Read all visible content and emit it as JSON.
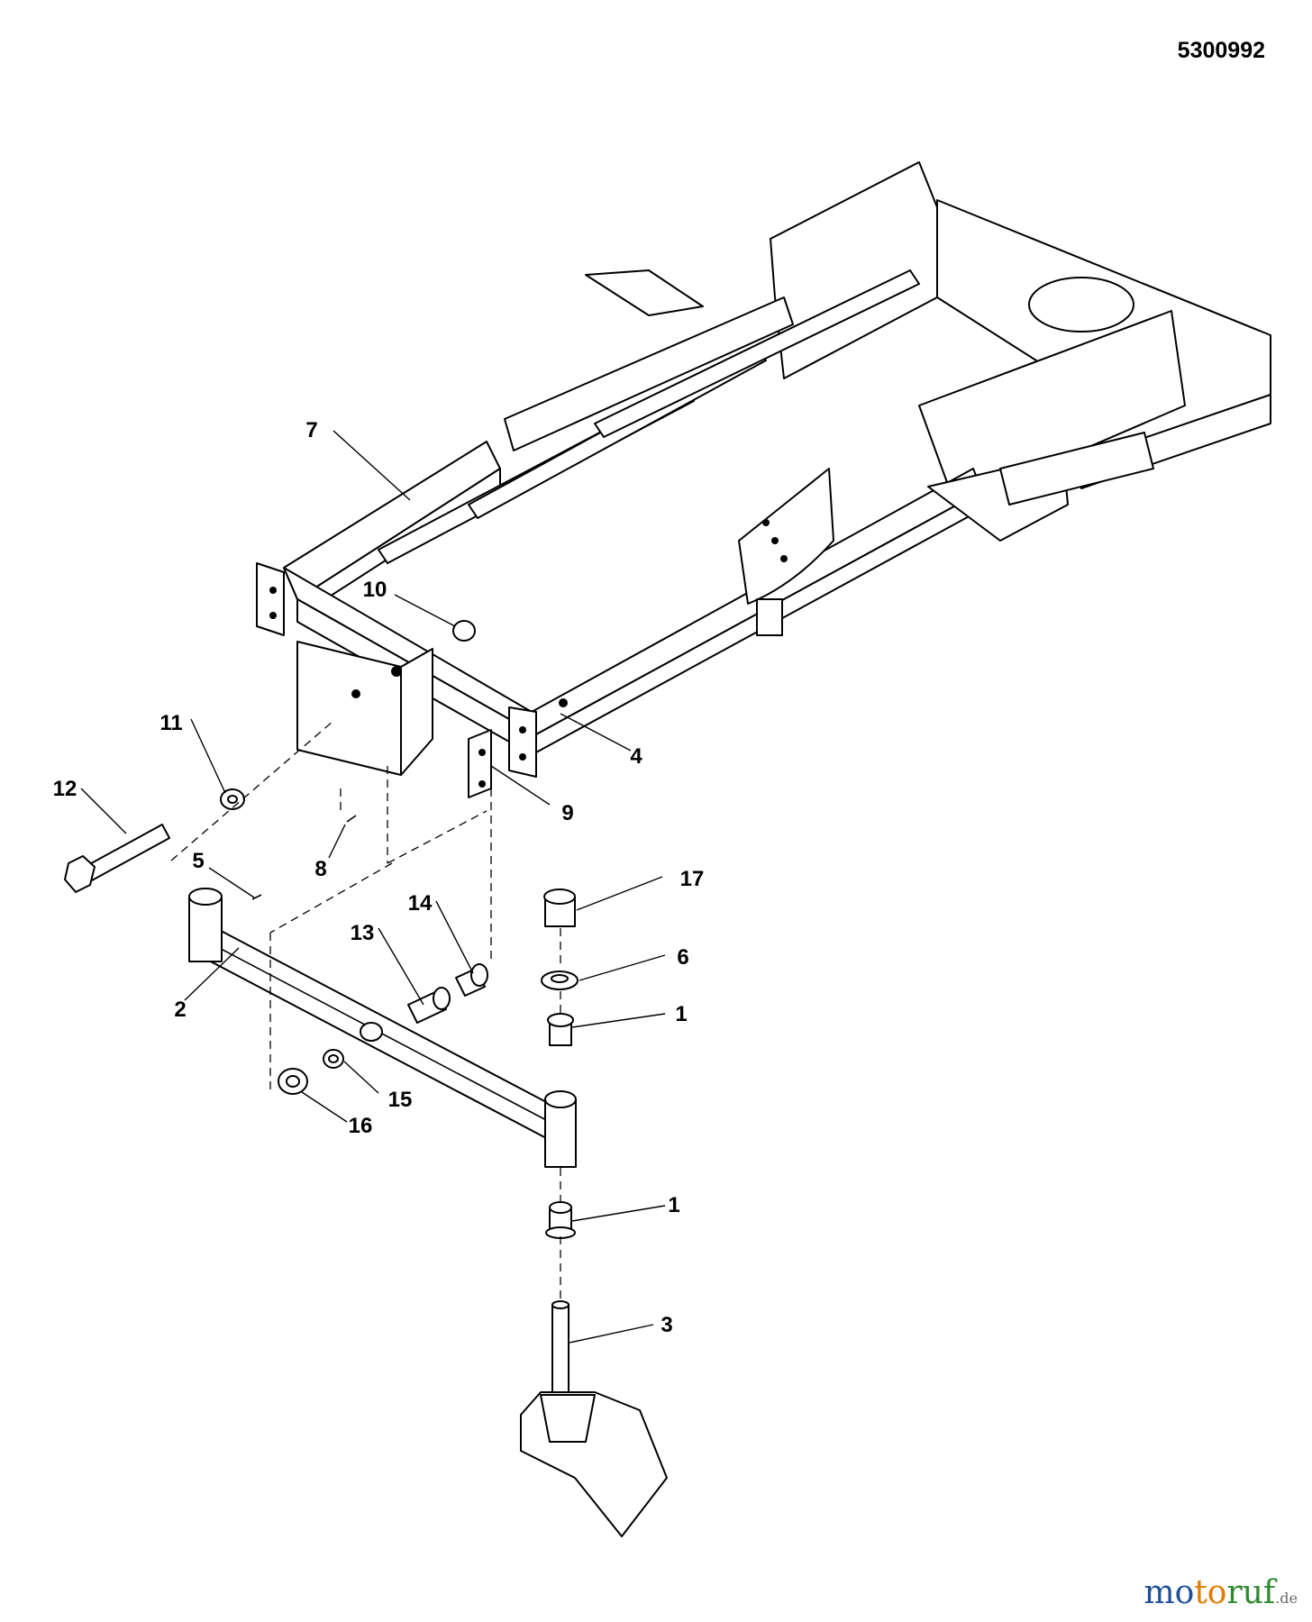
{
  "drawing_number": "5300992",
  "callouts": [
    {
      "id": "c1",
      "text": "1"
    },
    {
      "id": "c1b",
      "text": "1"
    },
    {
      "id": "c2",
      "text": "2"
    },
    {
      "id": "c3",
      "text": "3"
    },
    {
      "id": "c4",
      "text": "4"
    },
    {
      "id": "c5",
      "text": "5"
    },
    {
      "id": "c6",
      "text": "6"
    },
    {
      "id": "c7",
      "text": "7"
    },
    {
      "id": "c8",
      "text": "8"
    },
    {
      "id": "c9",
      "text": "9"
    },
    {
      "id": "c10",
      "text": "10"
    },
    {
      "id": "c11",
      "text": "11"
    },
    {
      "id": "c12",
      "text": "12"
    },
    {
      "id": "c13",
      "text": "13"
    },
    {
      "id": "c14",
      "text": "14"
    },
    {
      "id": "c15",
      "text": "15"
    },
    {
      "id": "c16",
      "text": "16"
    },
    {
      "id": "c17",
      "text": "17"
    }
  ],
  "watermark": {
    "part1": "mo",
    "part2": "to",
    "part3": "ruf",
    "suffix": ".de"
  }
}
